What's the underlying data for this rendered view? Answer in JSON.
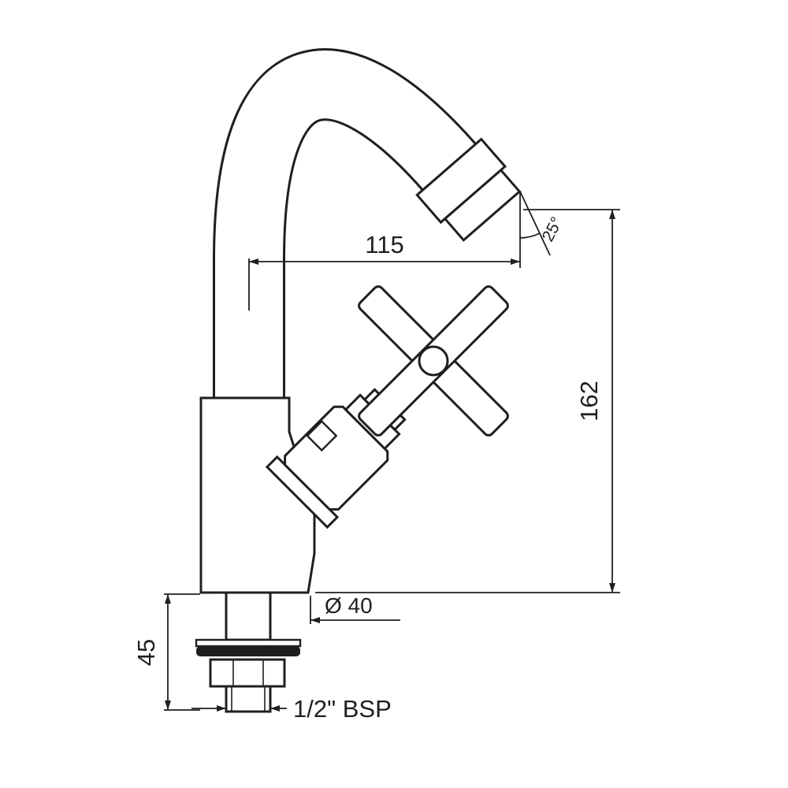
{
  "meta": {
    "description": "Technical dimension drawing of a pillar tap with swan-neck spout and cross handle",
    "line_color": "#1f1f1f",
    "background_color": "#ffffff"
  },
  "dimensions": {
    "spout_reach": "115",
    "spout_angle": "25°",
    "overall_height": "162",
    "base_diameter": "Ø 40",
    "shank_length": "45",
    "inlet_thread": "1/2\" BSP"
  }
}
